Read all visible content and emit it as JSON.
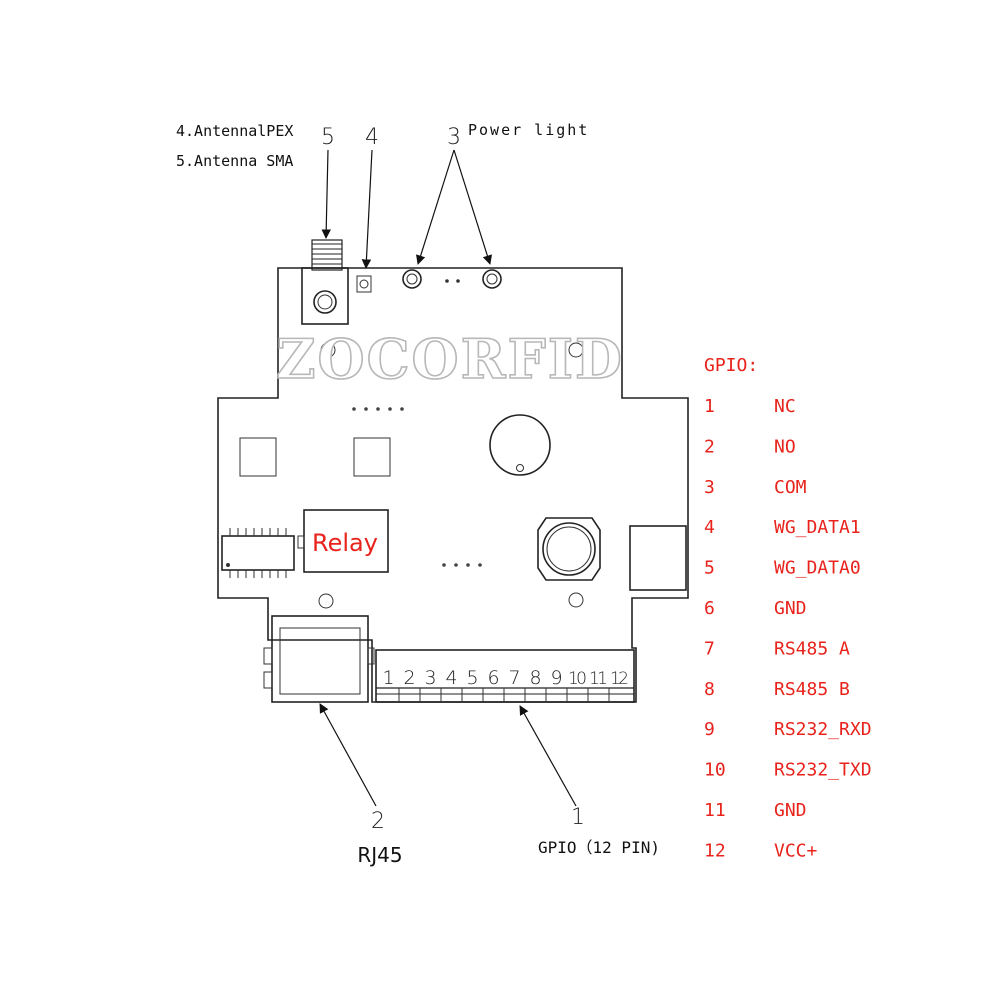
{
  "labels": {
    "antenna_ipex": "4.AntennalPEX",
    "antenna_sma": "5.Antenna SMA",
    "power_light": "Power light",
    "callout_5": "5",
    "callout_4": "4",
    "callout_3": "3",
    "callout_2": "2",
    "callout_1": "1",
    "rj45": "RJ45",
    "gpio_caption": "GPIO（12 PIN)",
    "brand": "ZOCORFID",
    "relay": "Relay"
  },
  "terminal_numbers": [
    "1",
    "2",
    "3",
    "4",
    "5",
    "6",
    "7",
    "8",
    "9",
    "10",
    "11",
    "12"
  ],
  "gpio_table": {
    "title": "GPIO:",
    "rows": [
      {
        "pin": "1",
        "name": "NC"
      },
      {
        "pin": "2",
        "name": "NO"
      },
      {
        "pin": "3",
        "name": "COM"
      },
      {
        "pin": "4",
        "name": "WG_DATA1"
      },
      {
        "pin": "5",
        "name": "WG_DATA0"
      },
      {
        "pin": "6",
        "name": "GND"
      },
      {
        "pin": "7",
        "name": "RS485 A"
      },
      {
        "pin": "8",
        "name": "RS485 B"
      },
      {
        "pin": "9",
        "name": "RS232_RXD"
      },
      {
        "pin": "10",
        "name": "RS232_TXD"
      },
      {
        "pin": "11",
        "name": "GND"
      },
      {
        "pin": "12",
        "name": "VCC+"
      }
    ]
  },
  "colors": {
    "accent_red": "#e8231c",
    "line": "#222222"
  }
}
